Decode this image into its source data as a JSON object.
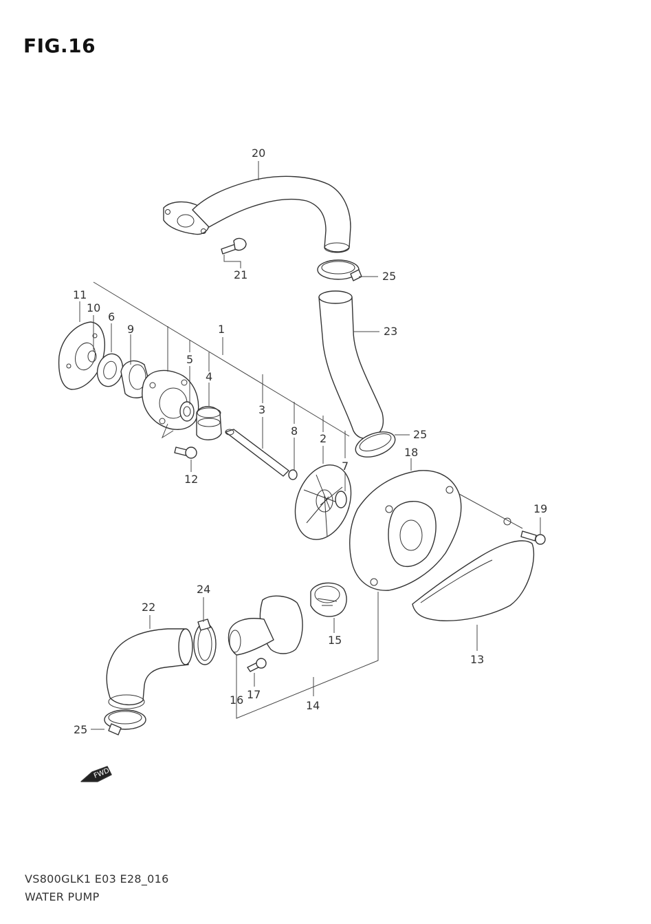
{
  "figure": {
    "title": "FIG.16",
    "model_code": "VS800GLK1 E03 E28_016",
    "name": "WATER PUMP",
    "fwd_label": "FWD"
  },
  "callouts": [
    {
      "num": "1",
      "part": "water-pump-assembly"
    },
    {
      "num": "2",
      "part": "impeller"
    },
    {
      "num": "3",
      "part": "shaft"
    },
    {
      "num": "4",
      "part": "mechanical-seal"
    },
    {
      "num": "5",
      "part": "oil-seal"
    },
    {
      "num": "6",
      "part": "bearing"
    },
    {
      "num": "7",
      "part": "washer"
    },
    {
      "num": "8",
      "part": "pin"
    },
    {
      "num": "9",
      "part": "spacer"
    },
    {
      "num": "10",
      "part": "circlip"
    },
    {
      "num": "11",
      "part": "plate"
    },
    {
      "num": "12",
      "part": "bolt"
    },
    {
      "num": "13",
      "part": "cover"
    },
    {
      "num": "14",
      "part": "housing-assembly"
    },
    {
      "num": "15",
      "part": "thermostat"
    },
    {
      "num": "16",
      "part": "inlet-connector"
    },
    {
      "num": "17",
      "part": "bolt"
    },
    {
      "num": "18",
      "part": "pump-case"
    },
    {
      "num": "19",
      "part": "bolt"
    },
    {
      "num": "20",
      "part": "outlet-pipe"
    },
    {
      "num": "21",
      "part": "bolt"
    },
    {
      "num": "22",
      "part": "inlet-hose"
    },
    {
      "num": "23",
      "part": "hose"
    },
    {
      "num": "24",
      "part": "clamp"
    },
    {
      "num": "25",
      "part": "clamp"
    },
    {
      "num": "25",
      "part": "clamp"
    },
    {
      "num": "25",
      "part": "clamp"
    }
  ]
}
